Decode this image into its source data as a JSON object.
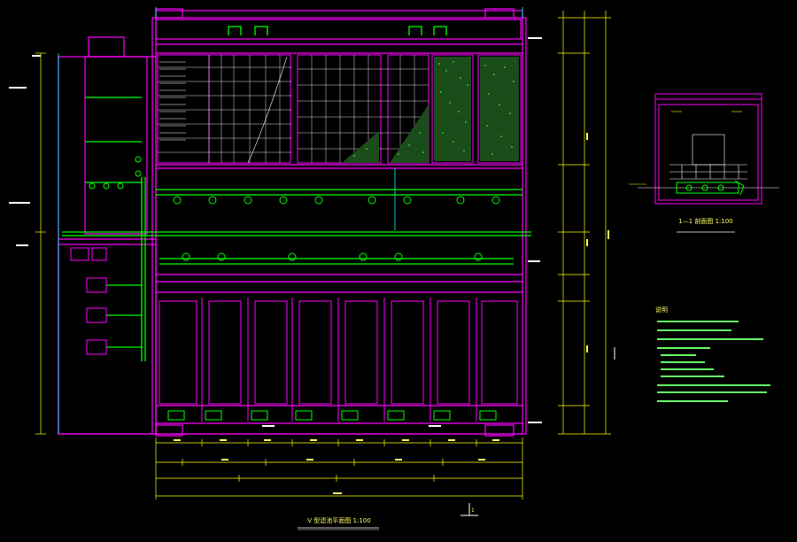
{
  "drawing": {
    "main_title": "V 型滤池平面图 1:100",
    "section_title": "1—1 剖面图 1:100",
    "notes_heading": "说明",
    "section_marker": "1"
  },
  "colors": {
    "background": "#000000",
    "wall": "#ff00ff",
    "pipe": "#00ff00",
    "dimension": "#ffff00",
    "detail": "#ffffff",
    "fill": "#66ff66",
    "accent": "#00ffff"
  }
}
